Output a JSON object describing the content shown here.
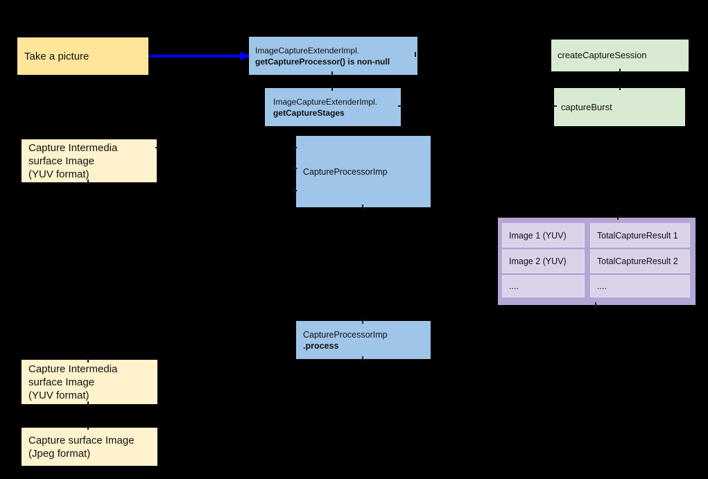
{
  "diagram": {
    "background": "#000000",
    "arrow_color": "#0000ff",
    "palette": {
      "yellow": "#ffe599",
      "cream": "#fff2cc",
      "blue": "#9fc5e8",
      "green": "#d9ead3",
      "purple_outer": "#b4a7d6",
      "purple_cell": "#d9d2e9"
    }
  },
  "nodes": {
    "take_picture": {
      "label": "Take a picture"
    },
    "processor_nonnull": {
      "line1": "ImageCaptureExtenderImpl.",
      "line2": "getCaptureProcessor() is non-null"
    },
    "capture_stages": {
      "line1": "ImageCaptureExtenderImpl.",
      "line2": "getCaptureStages"
    },
    "create_capture_session": {
      "label": "createCaptureSession"
    },
    "capture_burst": {
      "label": "captureBurst"
    },
    "intermedia_top": {
      "line1": "Capture Intermedia",
      "line2": "surface Image",
      "line3": "(YUV format)"
    },
    "capture_processor": {
      "label": "CaptureProcessorImp"
    },
    "process": {
      "line1": "CaptureProcessorImp",
      "line2": ".process"
    },
    "intermedia_bottom": {
      "line1": "Capture Intermedia",
      "line2": "surface Image",
      "line3": "(YUV format)"
    },
    "jpeg_surface": {
      "line1": "Capture surface Image",
      "line2": "(Jpeg format)"
    }
  },
  "result_table": {
    "rows": [
      {
        "image": "Image 1 (YUV)",
        "result": "TotalCaptureResult 1"
      },
      {
        "image": "Image 2 (YUV)",
        "result": "TotalCaptureResult 2"
      },
      {
        "image": "....",
        "result": "...."
      }
    ]
  }
}
